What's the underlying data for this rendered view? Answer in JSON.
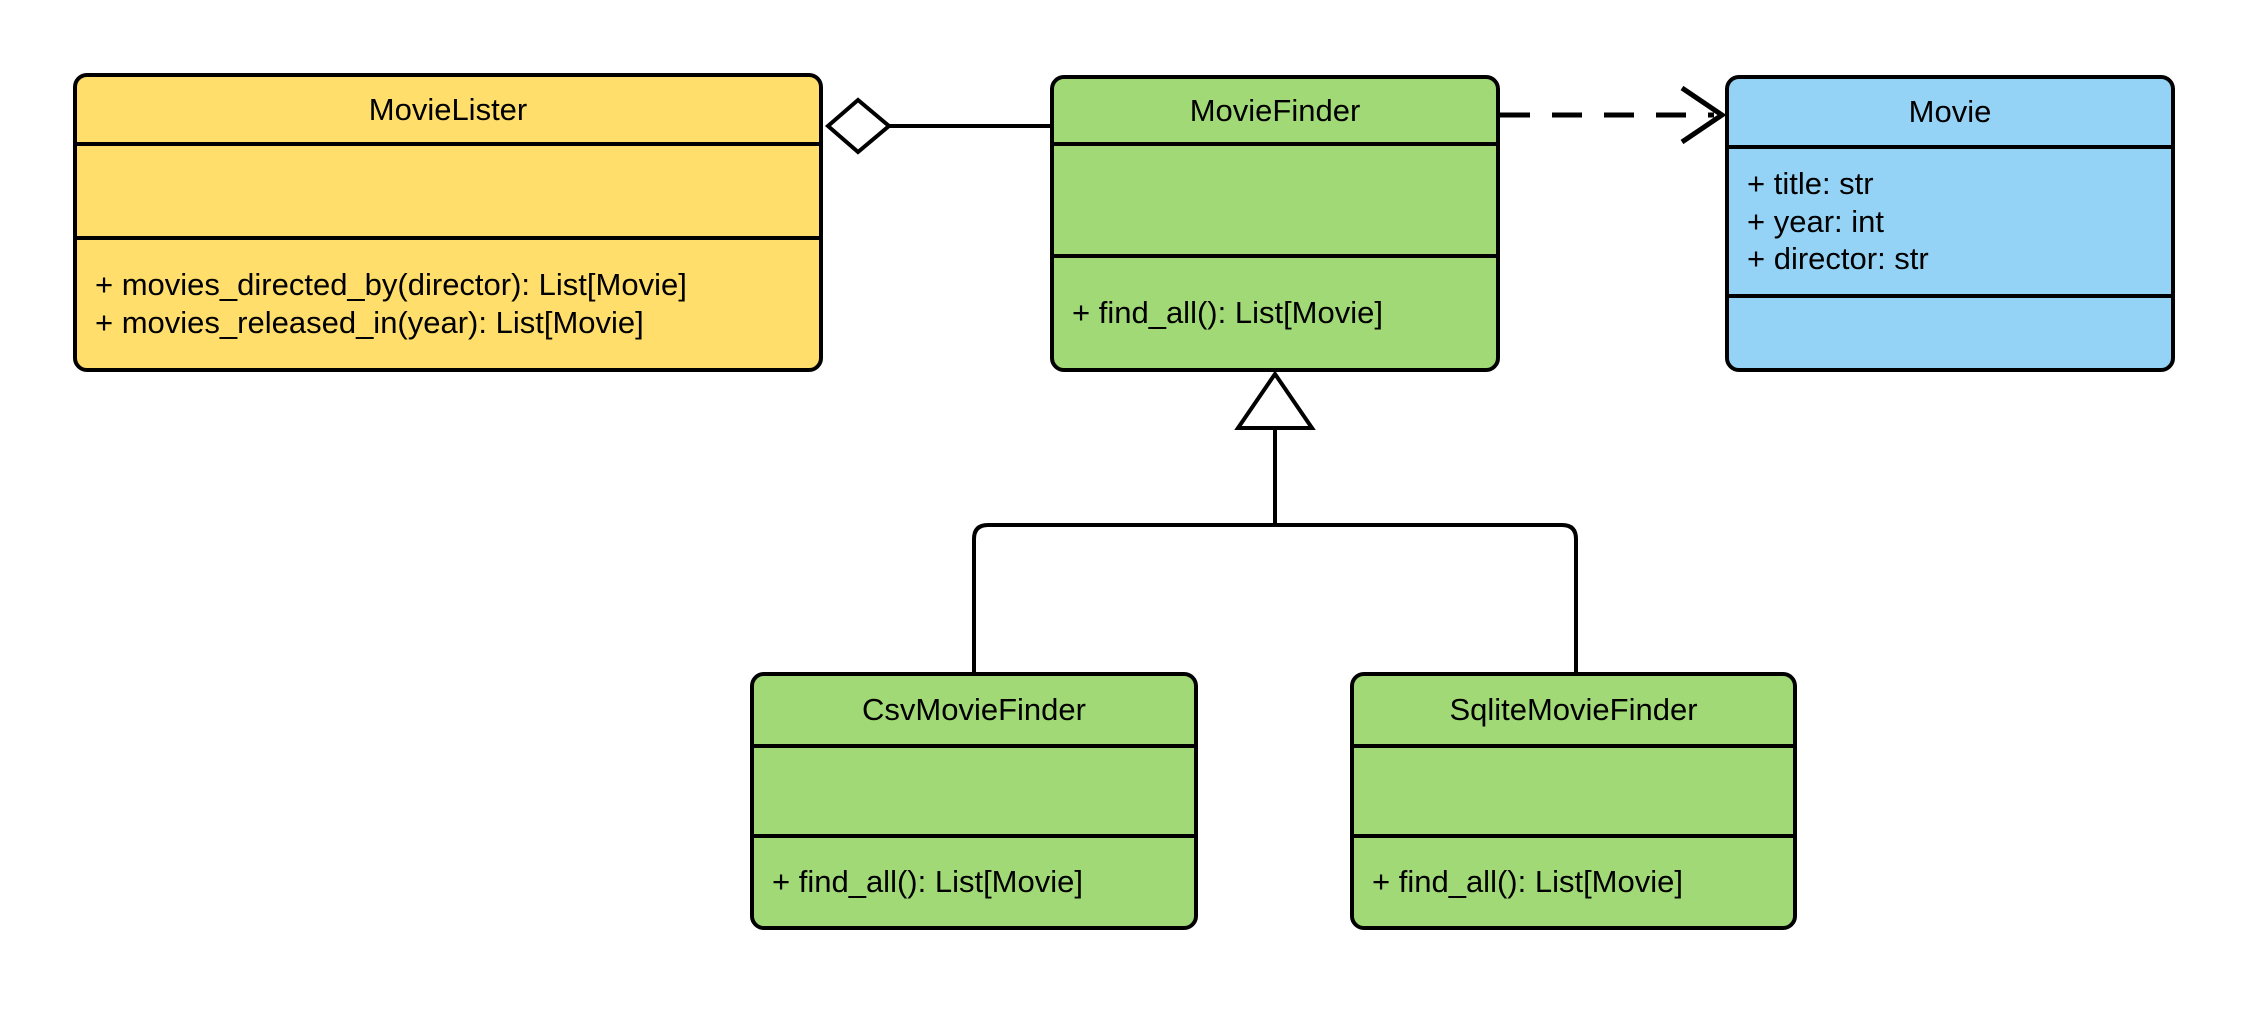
{
  "diagram": {
    "type": "uml-class-diagram",
    "title": "MovieLister dependency injection class diagram",
    "background": "#ffffff",
    "stroke": "#000000",
    "colors": {
      "client": "#ffde6b",
      "interface": "#a1d976",
      "entity": "#94d3f5"
    }
  },
  "classes": [
    {
      "id": "movie-lister",
      "name": "MovieLister",
      "fill": "#ffde6b",
      "attributes": [],
      "methods": [
        "+ movies_directed_by(director): List[Movie]",
        "+ movies_released_in(year): List[Movie]"
      ]
    },
    {
      "id": "movie-finder",
      "name": "MovieFinder",
      "fill": "#a1d976",
      "attributes": [],
      "methods": [
        "+ find_all(): List[Movie]"
      ]
    },
    {
      "id": "movie",
      "name": "Movie",
      "fill": "#94d3f5",
      "attributes": [
        "+ title: str",
        "+ year: int",
        "+ director: str"
      ],
      "methods": []
    },
    {
      "id": "csv-movie-finder",
      "name": "CsvMovieFinder",
      "fill": "#a1d976",
      "attributes": [],
      "methods": [
        "+ find_all(): List[Movie]"
      ]
    },
    {
      "id": "sqlite-movie-finder",
      "name": "SqliteMovieFinder",
      "fill": "#a1d976",
      "attributes": [],
      "methods": [
        "+ find_all(): List[Movie]"
      ]
    }
  ],
  "relationships": [
    {
      "id": "lister-finder",
      "kind": "aggregation",
      "from": "movie-lister",
      "to": "movie-finder",
      "marker": "hollow-diamond",
      "line": "solid"
    },
    {
      "id": "finder-movie",
      "kind": "dependency",
      "from": "movie-finder",
      "to": "movie",
      "marker": "open-arrow",
      "line": "dashed"
    },
    {
      "id": "csv-generalization",
      "kind": "generalization",
      "from": "csv-movie-finder",
      "to": "movie-finder",
      "marker": "hollow-triangle",
      "line": "solid"
    },
    {
      "id": "sqlite-generalization",
      "kind": "generalization",
      "from": "sqlite-movie-finder",
      "to": "movie-finder",
      "marker": "hollow-triangle",
      "line": "solid"
    }
  ]
}
